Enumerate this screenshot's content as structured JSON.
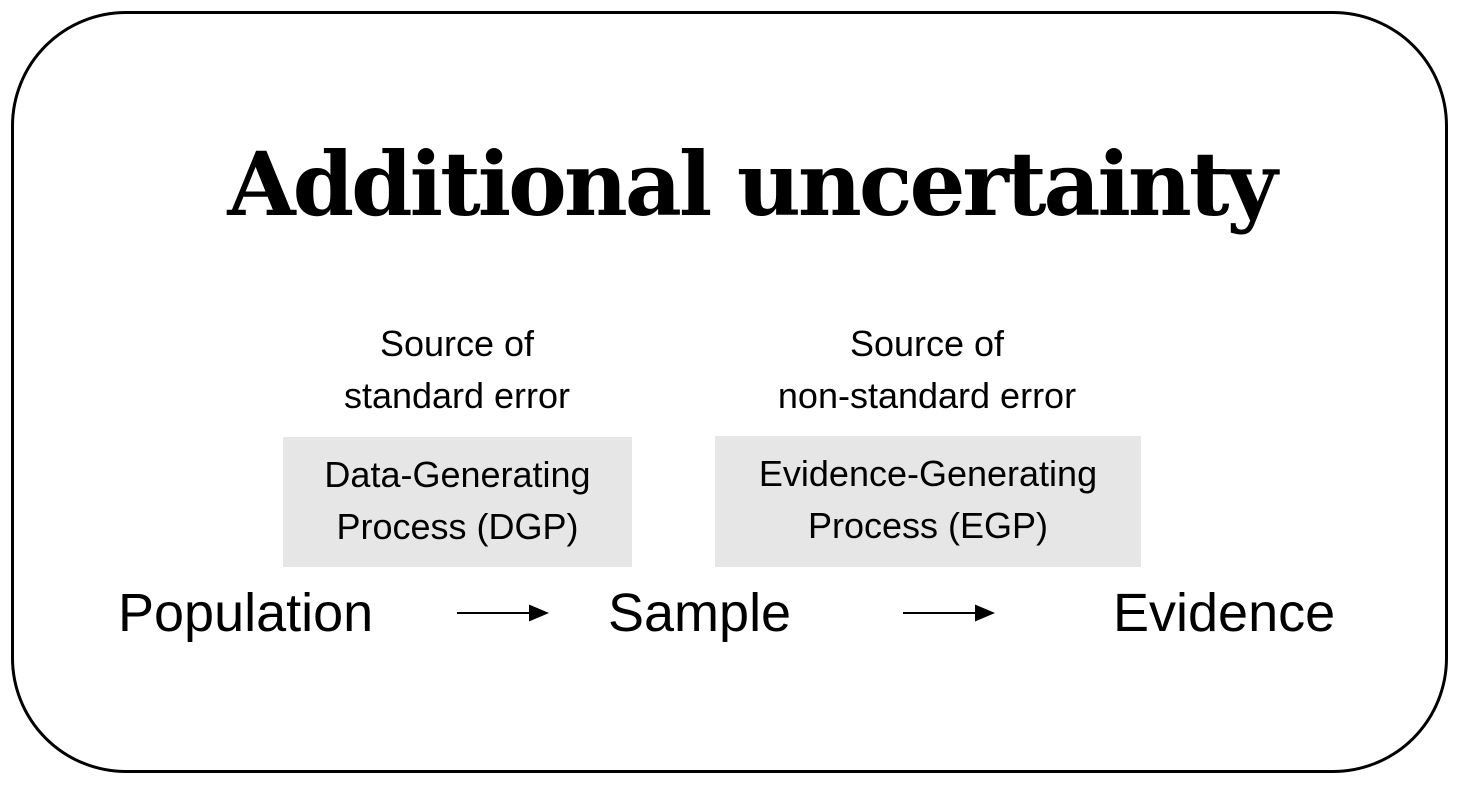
{
  "title": "Additional uncertainty",
  "columns": [
    {
      "source_lines": [
        "Source of",
        "standard error"
      ],
      "box_lines": [
        "Data-Generating",
        "Process (DGP)"
      ]
    },
    {
      "source_lines": [
        "Source of",
        "non-standard error"
      ],
      "box_lines": [
        "Evidence-Generating",
        "Process (EGP)"
      ]
    }
  ],
  "flow": {
    "nodes": [
      "Population",
      "Sample",
      "Evidence"
    ]
  },
  "colors": {
    "background": "#ffffff",
    "ink": "#000000",
    "box_background": "#e7e6e6",
    "frame_border": "#000000"
  }
}
